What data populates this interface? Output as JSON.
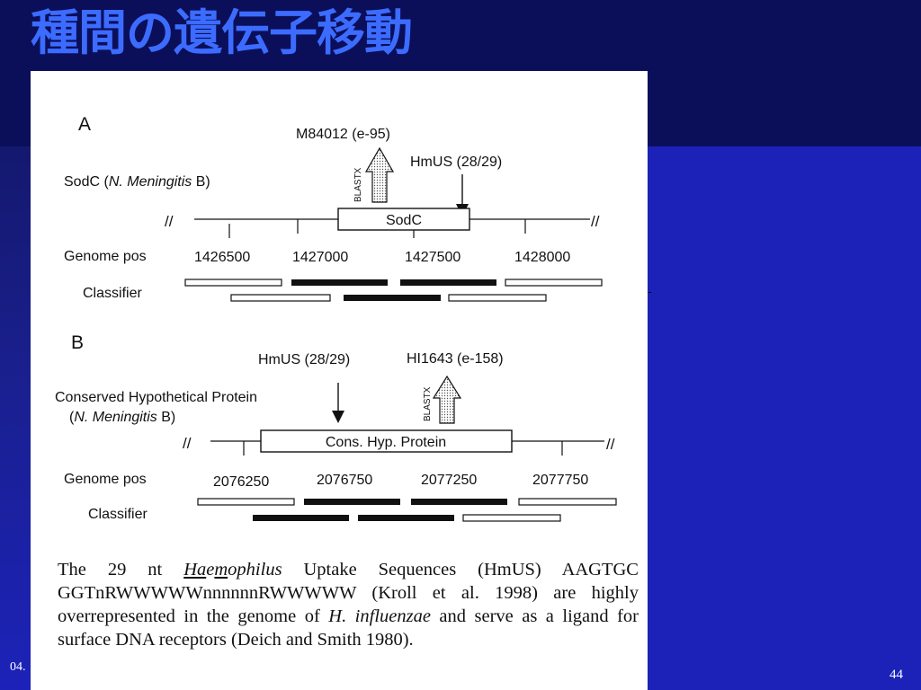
{
  "slide": {
    "title": "種間の遺伝子移動",
    "footer_date": "04.",
    "number": "44"
  },
  "figure": {
    "panel_a": {
      "label": "A",
      "blast_hit": "M84012 (e-95)",
      "blast_arrow_label": "BLASTX",
      "hmus_label": "HmUS (28/29)",
      "gene_label": "SodC",
      "organism_prefix": "SodC",
      "organism_italic": "N. Meningitis",
      "organism_suffix": " B)",
      "break_left": "//",
      "break_right": "//",
      "genome_label": "Genome pos",
      "classifier_label": "Classifier",
      "positions": [
        "1426500",
        "1427000",
        "1427500",
        "1428000"
      ]
    },
    "panel_b": {
      "label": "B",
      "blast_hit": "HI1643 (e-158)",
      "blast_arrow_label": "BLASTX",
      "hmus_label": "HmUS (28/29)",
      "gene_label": "Cons. Hyp. Protein",
      "organism_line1": "Conserved  Hypothetical  Protein",
      "organism_italic": "N. Meningitis",
      "organism_suffix": " B)",
      "break_left": "//",
      "break_right": "//",
      "genome_label": "Genome pos",
      "classifier_label": "Classifier",
      "positions": [
        "2076250",
        "2076750",
        "2077250",
        "2077750"
      ]
    },
    "caption": {
      "p1": "The 29 nt ",
      "haem_1": "Ha",
      "haem_2": "e",
      "haem_3": "m",
      "haem_4": "ophilus",
      "p2": " Uptake Sequences (HmUS) AAGTGC GGTnRWWWWWnnnnnnRWWWWW (Kroll et al. 1998) are highly overrepresented in the genome of ",
      "italic": "H. influenzae",
      "p3": " and serve as a ligand for surface DNA receptors (Deich and Smith 1980)."
    }
  }
}
